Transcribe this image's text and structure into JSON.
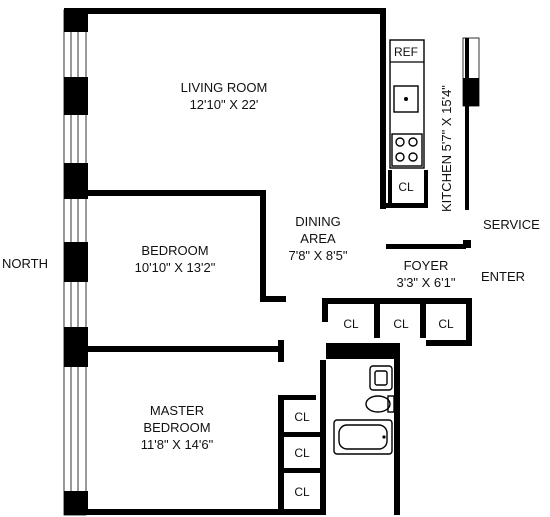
{
  "rooms": {
    "living_room": {
      "name": "LIVING ROOM",
      "size": "12'10\" X 22'"
    },
    "bedroom": {
      "name": "BEDROOM",
      "size": "10'10\" X 13'2\""
    },
    "master_bedroom": {
      "name_line1": "MASTER",
      "name_line2": "BEDROOM",
      "size": "11'8\" X 14'6\""
    },
    "dining_area": {
      "name_line1": "DINING",
      "name_line2": "AREA",
      "size": "7'8\" X 8'5\""
    },
    "foyer": {
      "name": "FOYER",
      "size": "3'3\" X 6'1\""
    },
    "kitchen": {
      "label": "KITCHEN 5'7\" X 15'4\""
    }
  },
  "fixtures": {
    "ref": "REF"
  },
  "closets": {
    "label": "CL"
  },
  "exterior": {
    "north": "NORTH",
    "service": "SERVICE",
    "enter": "ENTER"
  }
}
